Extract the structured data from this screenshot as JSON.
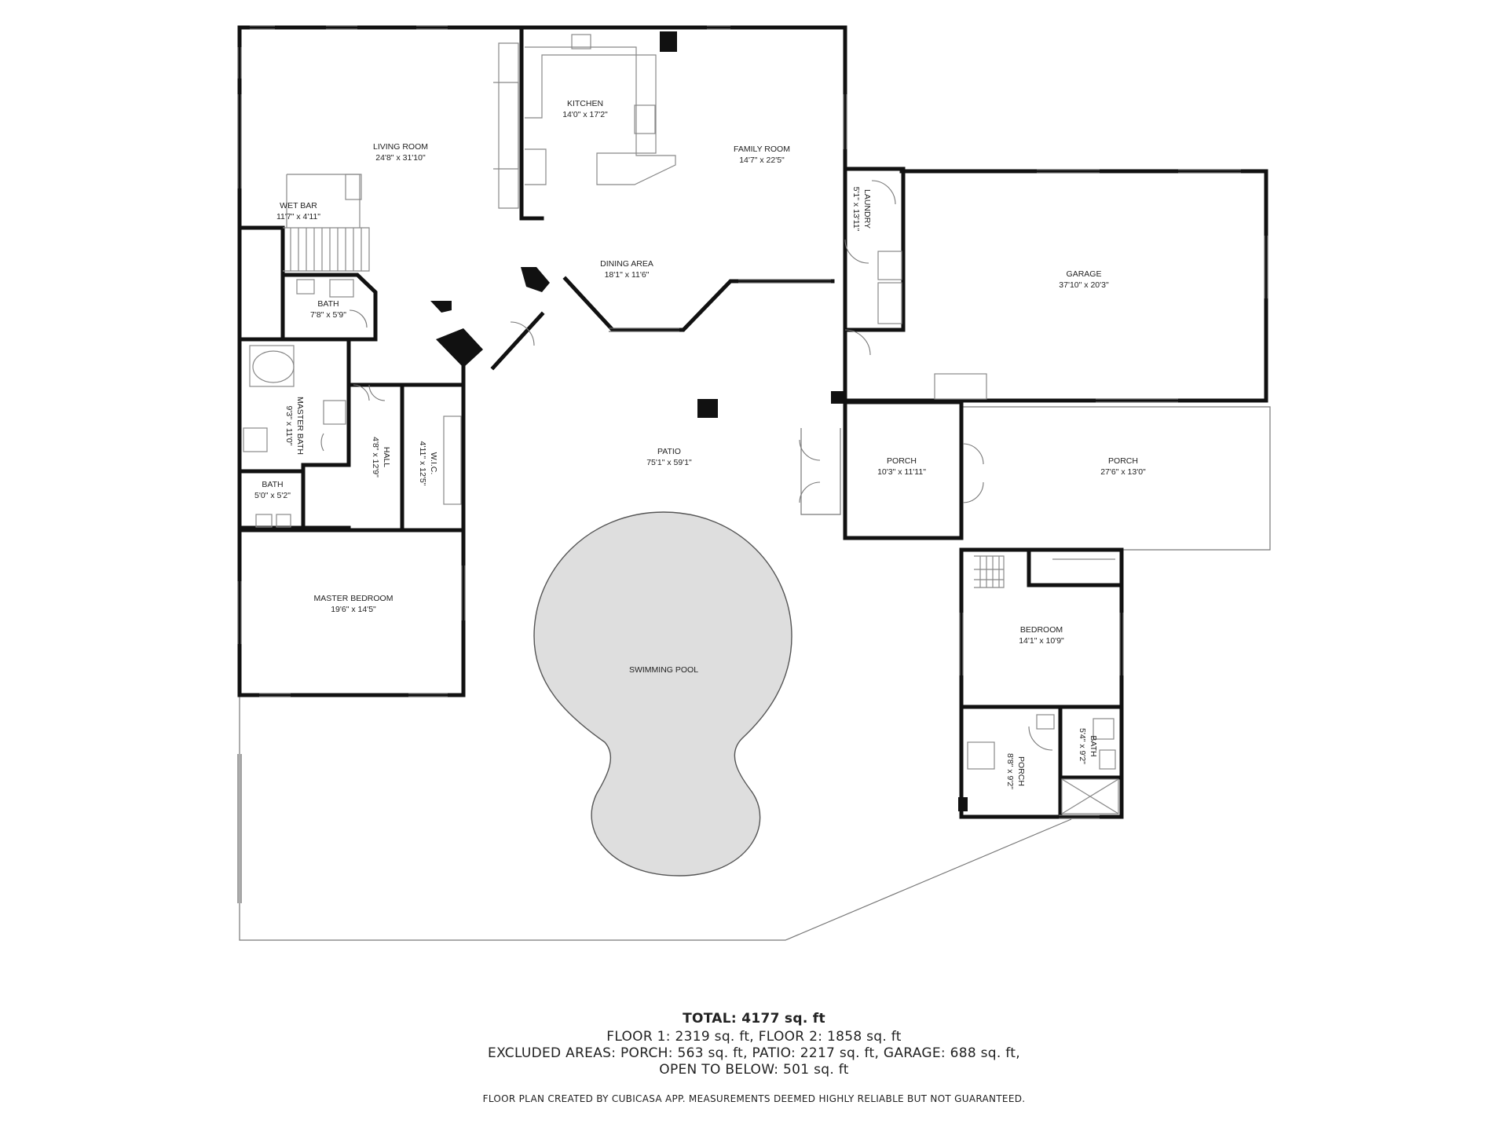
{
  "rooms": [
    {
      "id": "living-room",
      "name": "LIVING ROOM",
      "dims": "24'8\" x 31'10\""
    },
    {
      "id": "kitchen",
      "name": "KITCHEN",
      "dims": "14'0\" x 17'2\""
    },
    {
      "id": "family-room",
      "name": "FAMILY ROOM",
      "dims": "14'7\" x 22'5\""
    },
    {
      "id": "wet-bar",
      "name": "WET BAR",
      "dims": "11'7\" x 4'11\""
    },
    {
      "id": "dining-area",
      "name": "DINING AREA",
      "dims": "18'1\" x 11'6\""
    },
    {
      "id": "laundry",
      "name": "LAUNDRY",
      "dims": "5'1\" x 13'11\""
    },
    {
      "id": "garage",
      "name": "GARAGE",
      "dims": "37'10\" x 20'3\""
    },
    {
      "id": "bath-1",
      "name": "BATH",
      "dims": "7'8\" x 5'9\""
    },
    {
      "id": "master-bath",
      "name": "MASTER BATH",
      "dims": "9'3\" x 11'0\""
    },
    {
      "id": "hall",
      "name": "HALL",
      "dims": "4'8\" x 12'9\""
    },
    {
      "id": "wic",
      "name": "W.I.C.",
      "dims": "4'11\" x 12'5\""
    },
    {
      "id": "patio",
      "name": "PATIO",
      "dims": "75'1\" x 59'1\""
    },
    {
      "id": "porch-1",
      "name": "PORCH",
      "dims": "10'3\" x 11'11\""
    },
    {
      "id": "porch-2",
      "name": "PORCH",
      "dims": "27'6\" x 13'0\""
    },
    {
      "id": "bath-2",
      "name": "BATH",
      "dims": "5'0\" x 5'2\""
    },
    {
      "id": "master-bedroom",
      "name": "MASTER BEDROOM",
      "dims": "19'6\" x 14'5\""
    },
    {
      "id": "swimming-pool",
      "name": "SWIMMING POOL",
      "dims": ""
    },
    {
      "id": "bedroom",
      "name": "BEDROOM",
      "dims": "14'1\" x 10'9\""
    },
    {
      "id": "bath-3",
      "name": "BATH",
      "dims": "5'4\" x 9'2\""
    },
    {
      "id": "porch-3",
      "name": "PORCH",
      "dims": "8'8\" x 9'2\""
    }
  ],
  "summary": {
    "total": "TOTAL: 4177 sq. ft",
    "floors": "FLOOR 1: 2319 sq. ft, FLOOR 2: 1858 sq. ft",
    "excluded_1": "EXCLUDED AREAS: PORCH: 563 sq. ft, PATIO: 2217 sq. ft, GARAGE: 688 sq. ft,",
    "excluded_2": "OPEN TO BELOW: 501 sq. ft",
    "disclaimer": "FLOOR PLAN CREATED BY CUBICASA APP. MEASUREMENTS DEEMED HIGHLY RELIABLE BUT NOT GUARANTEED."
  },
  "colors": {
    "wall": "#111111",
    "thin_line": "#555555",
    "fixture": "#888888",
    "pool_fill": "#dedede",
    "background": "#ffffff"
  }
}
